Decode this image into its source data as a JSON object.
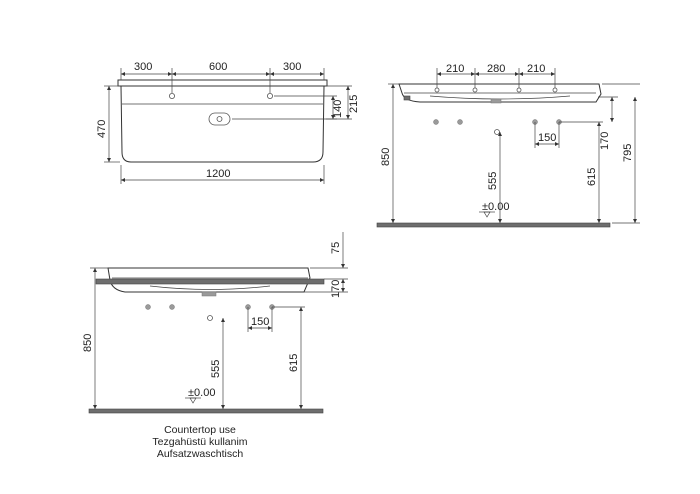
{
  "top_view": {
    "dim_left": "300",
    "dim_middle": "600",
    "dim_right": "300",
    "dim_width": "1200",
    "dim_depth": "470",
    "dim_hole_offset": "140",
    "dim_rear": "215"
  },
  "side_view": {
    "dim_tap_left": "210",
    "dim_tap_middle": "280",
    "dim_tap_right": "210",
    "dim_valve_spacing": "150",
    "dim_height_rim": "850",
    "dim_valve_height": "555",
    "dim_waste_height": "615",
    "dim_bowl_depth": "170",
    "dim_total_height": "795",
    "floor_level": "±0.00"
  },
  "countertop_view": {
    "dim_slab": "75",
    "dim_bowl_depth": "170",
    "dim_height_rim": "850",
    "dim_valve_spacing": "150",
    "dim_valve_height": "555",
    "dim_waste_height": "615",
    "floor_level": "±0.00"
  },
  "caption": {
    "line1": "Countertop use",
    "line2": "Tezgahüstü kullanim",
    "line3": "Aufsatzwaschtisch"
  }
}
